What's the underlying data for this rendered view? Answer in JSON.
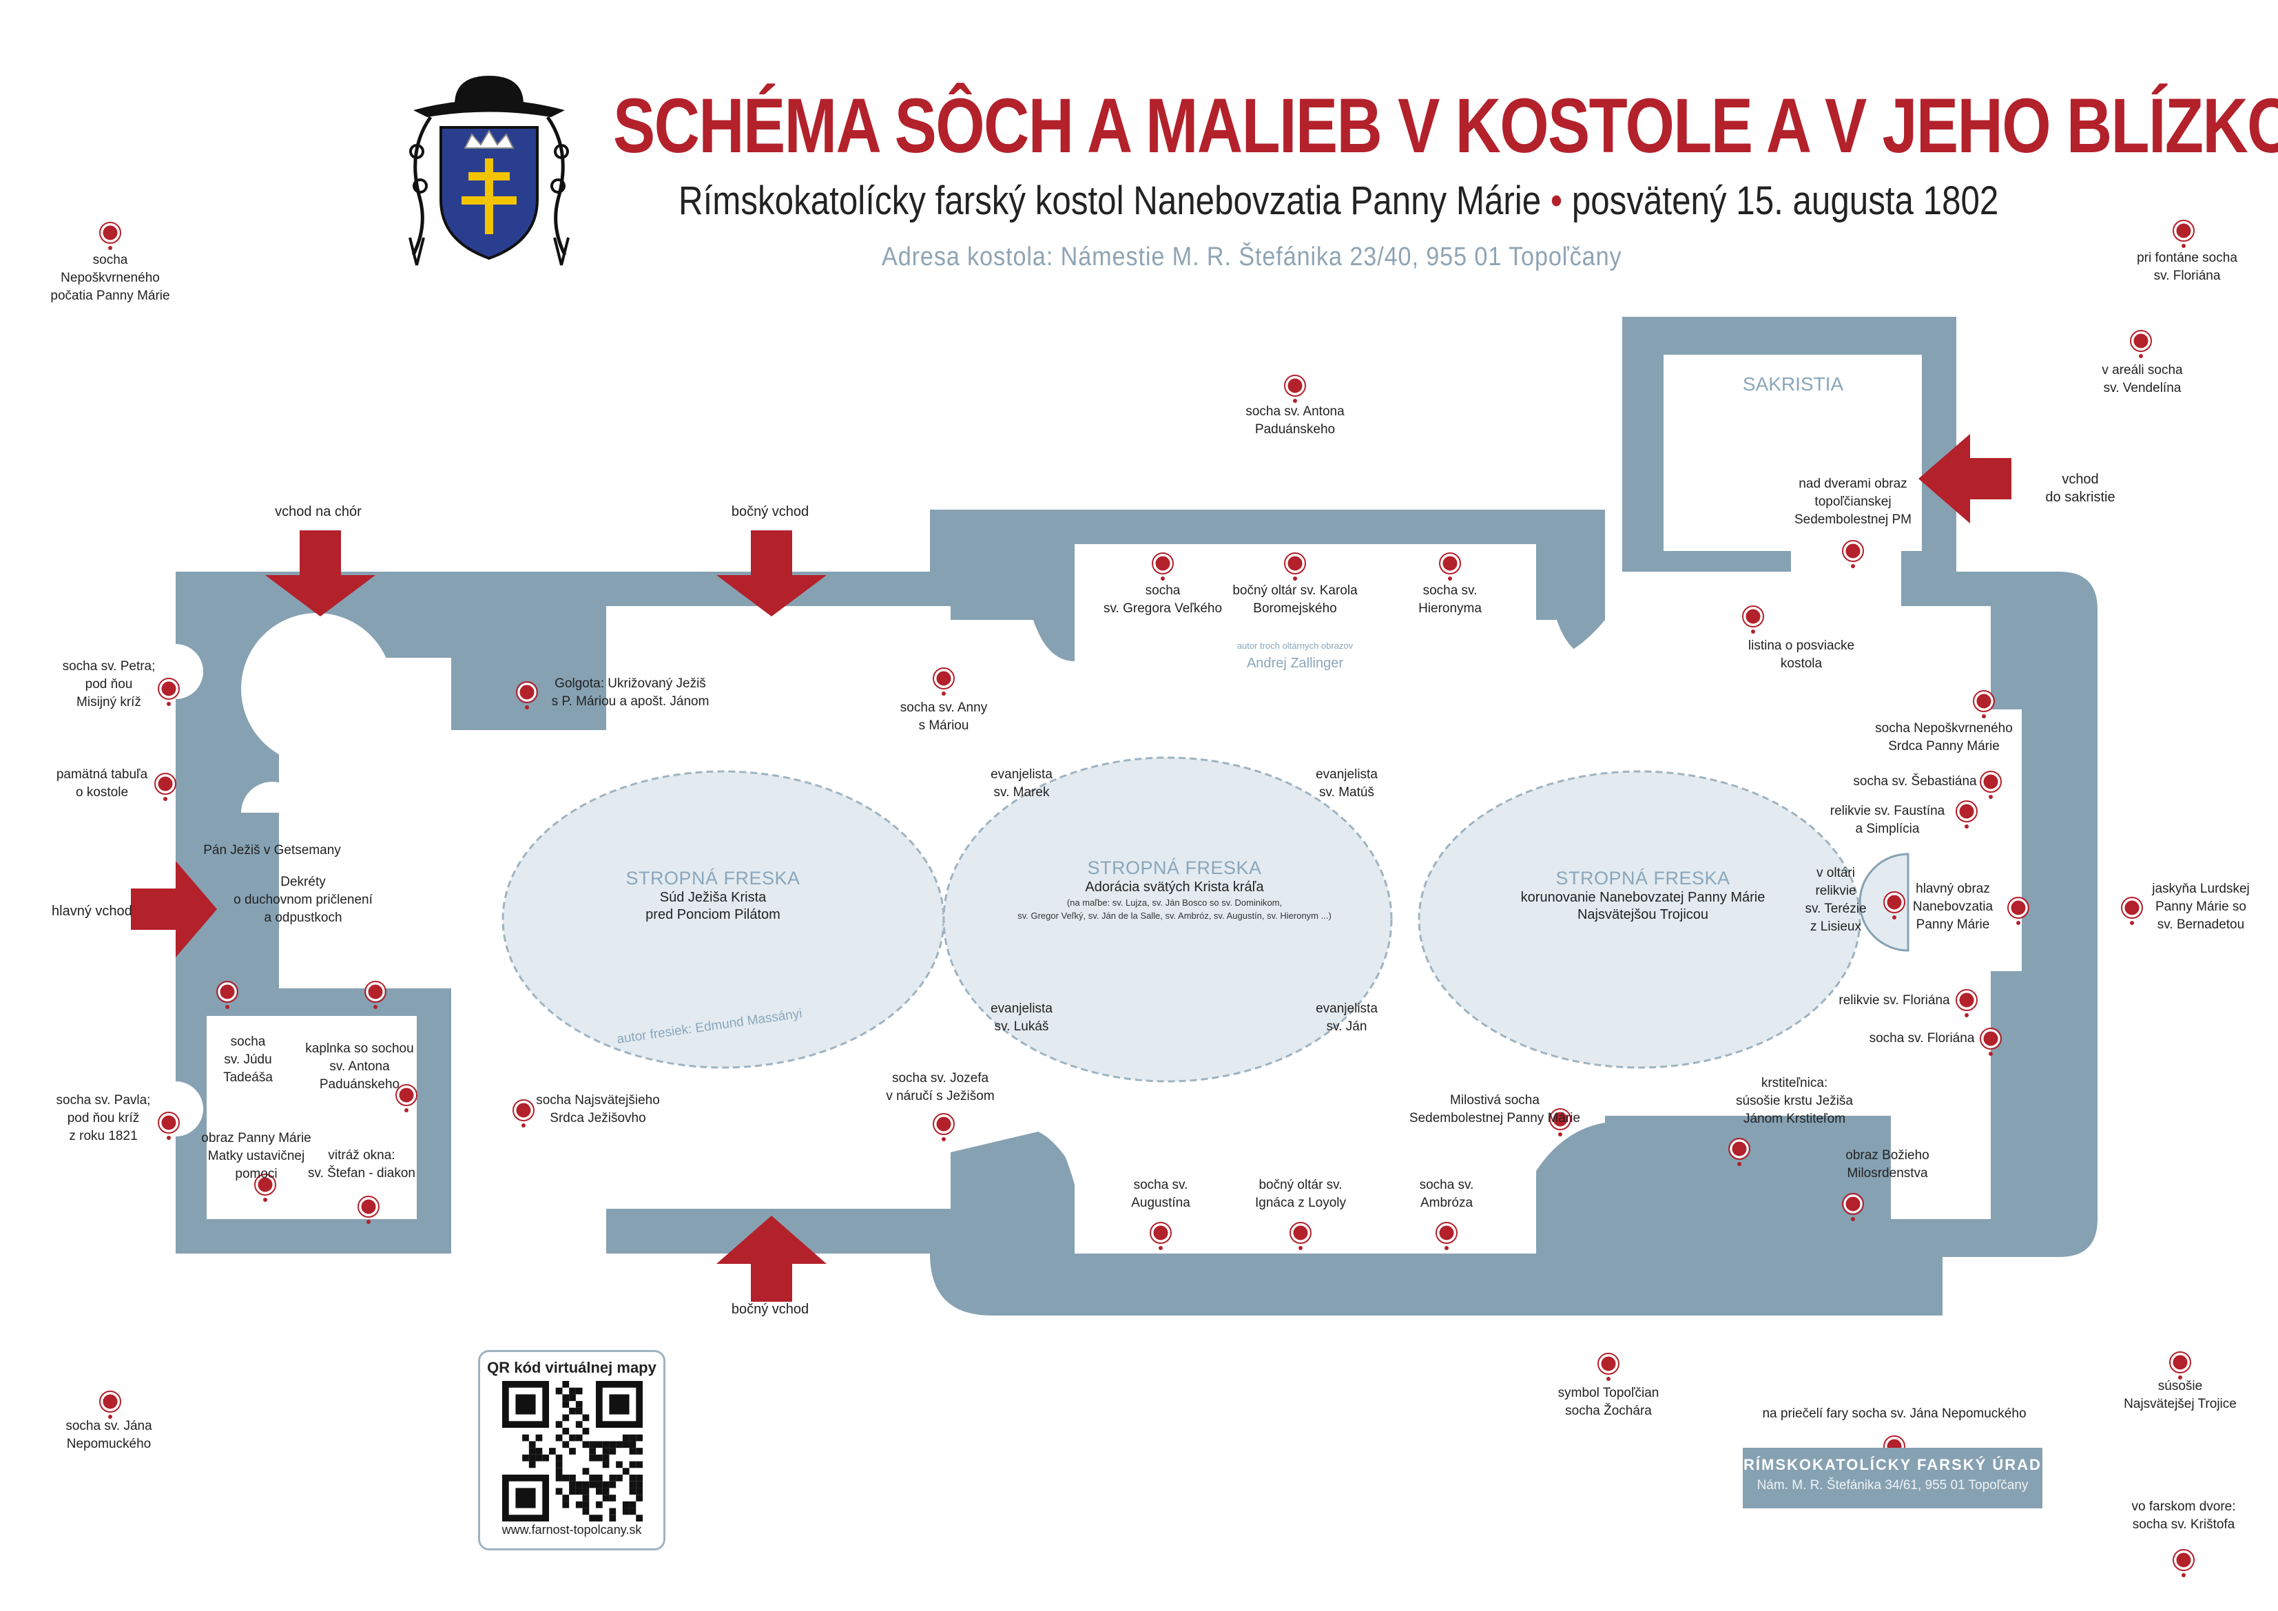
{
  "header": {
    "title": "SCHÉMA SÔCH A MALIEB V KOSTOLE A V JEHO BLÍZKOSTI",
    "subtitle_church": "Rímskokatolícky farský kostol Nanebovzatia Panny Márie",
    "subtitle_sep": "•",
    "subtitle_date": "posvätený 15. augusta 1802",
    "address": "Adresa kostola: Námestie M. R. Štefánika 23/40, 955 01  Topoľčany"
  },
  "colors": {
    "accent": "#b3212b",
    "wall": "#86a1b2",
    "fresco": "#e3ebf0",
    "text": "#222222"
  },
  "rooms": {
    "sacristy": "SAKRISTIA"
  },
  "entrances": {
    "choir": "vchod na chór",
    "side_top": "bočný vchod",
    "main": "hlavný vchod",
    "side_bottom": "bočný vchod",
    "sacristy": "vchod\ndo sakristie"
  },
  "frescoes": [
    {
      "title": "STROPNÁ FRESKA",
      "line1": "Súd Ježiša Krista",
      "line2": "pred Ponciom Pilátom",
      "line3": "",
      "author": "autor fresiek:  Edmund Massányi"
    },
    {
      "title": "STROPNÁ FRESKA",
      "line1": "Adorácia svätých Krista kráľa",
      "line2": "(na maľbe: sv. Lujza, sv. Ján Bosco so sv. Dominikom,",
      "line3": "sv. Gregor Veľký, sv. Ján de la Salle, sv. Ambróz, sv. Augustín, sv. Hieronym ...)"
    },
    {
      "title": "STROPNÁ FRESKA",
      "line1": "korunovanie Nanebovzatej Panny Márie",
      "line2": "Najsvätejšou Trojicou",
      "line3": ""
    }
  ],
  "altar_author": {
    "line1": "autor troch oltárnych obrazov",
    "line2": "Andrej Zallinger"
  },
  "labels": {
    "nepo_pocatia": "socha\nNepoškvrneného\npočatia Panny Márie",
    "florian_fontana": "pri fontáne socha\nsv. Floriána",
    "vendelin": "v areáli socha\nsv. Vendelína",
    "anton_outside": "socha sv. Antona\nPaduánskeho",
    "obraz_sedem_sacr": "nad dverami obraz\ntopoľčianskej\nSedembolestnej PM",
    "gregor": "socha\nsv. Gregora Veľkého",
    "karol": "bočný oltár sv. Karola\nBoromejského",
    "hieronym": "socha sv.\nHieronyma",
    "listina": "listina o posviacke\nkostola",
    "peter": "socha sv. Petra;\npod ňou\nMisijný kríž",
    "golgota": "Golgota: Ukrižovaný Ježiš\ns P. Máriou a apošt. Jánom",
    "anna": "socha sv. Anny\ns Máriou",
    "nepo_srdca": "socha Nepoškvrneného\nSrdca Panny Márie",
    "tabula": "pamätná tabuľa\no kostole",
    "sebastian": "socha sv. Šebastiána",
    "evan_marek": "evanjelista\nsv. Marek",
    "evan_matus": "evanjelista\nsv. Matúš",
    "faustin": "relikvie sv. Faustína\na Simplícia",
    "getsemany": "Pán Ježiš v Getsemany",
    "relikvie_terezie": "v oltári\nrelikvie\nsv. Terézie\nz Lisieux",
    "hlavny_obraz": "hlavný obraz\nNanebovzatia\nPanny Márie",
    "lurdy": "jaskyňa Lurdskej\nPanny Márie so\nsv. Bernadetou",
    "dekrety": "Dekréty\no duchovnom pričlenení\na odpustkoch",
    "relikvie_florian": "relikvie sv. Floriána",
    "evan_lukas": "evanjelista\nsv. Lukáš",
    "evan_jan": "evanjelista\nsv. Ján",
    "florian_in": "socha sv. Floriána",
    "juda": "socha\nsv. Júdu\nTadeáša",
    "kaplnka": "kaplnka so sochou\nsv. Antona\nPaduánskeho",
    "pavol": "socha sv. Pavla;\npod ňou kríž\nz roku 1821",
    "srdca_jezis": "socha Najsvätejšieho\nSrdca Ježišovho",
    "jozef": "socha sv. Jozefa\nv náručí s Ježišom",
    "milostiva": "Milostivá socha\nSedembolestnej Panny Márie",
    "krstitelnica": "krstiteľnica:\nsúsošie krstu Ježiša\nJánom Krstiteľom",
    "matky": "obraz Panny Márie\nMatky ustavičnej\npomoci",
    "vitraz": "vitráž okna:\nsv. Štefan - diakon",
    "augustin": "socha sv.\nAugustína",
    "ignac": "bočný oltár sv.\nIgnáca z Loyoly",
    "ambroz": "socha sv.\nAmbróza",
    "milosrdenstvo": "obraz Božieho\nMilosrdenstva",
    "jan_nepo": "socha sv. Jána\nNepomuckého",
    "zochar": "symbol Topoľčian\nsocha Žochára",
    "fara_nepo": "na priečelí fary socha sv. Jána Nepomuckého",
    "trojica": "súsošie\nNajsvätejšej Trojice",
    "kristof": "vo farskom dvore:\nsocha sv. Krištofa"
  },
  "qr": {
    "title": "QR kód virtuálnej mapy",
    "url": "www.farnost-topolcany.sk"
  },
  "office": {
    "name": "RÍMSKOKATOLÍCKY FARSKÝ ÚRAD",
    "address": "Nám. M. R. Štefánika 34/61, 955 01 Topoľčany"
  }
}
